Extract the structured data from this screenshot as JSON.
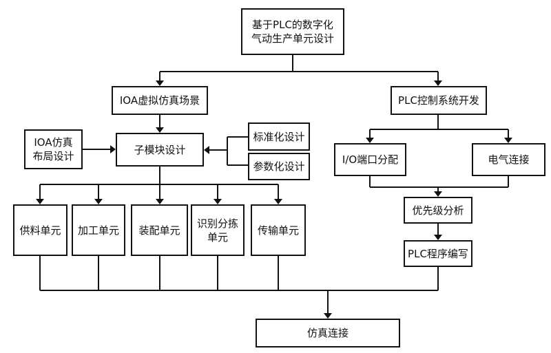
{
  "nodes": {
    "root": "基于PLC的数字化\n气动生产单元设计",
    "ioa_scene": "IOA虚拟仿真场景",
    "plc_dev": "PLC控制系统开发",
    "ioa_layout": "IOA仿真\n布局设计",
    "submodule": "子模块设计",
    "standardize": "标准化设计",
    "parameterize": "参数化设计",
    "io_assign": "I/O端口分配",
    "electrical": "电气连接",
    "priority": "优先级分析",
    "plc_program": "PLC程序编写",
    "unit_supply": "供料单元",
    "unit_process": "加工单元",
    "unit_assembly": "装配单元",
    "unit_sort": "识别分拣\n单元",
    "unit_transfer": "传输单元",
    "sim_connect": "仿真连接"
  },
  "colors": {
    "line": "#111111",
    "box_border": "#111111",
    "background": "#ffffff"
  }
}
